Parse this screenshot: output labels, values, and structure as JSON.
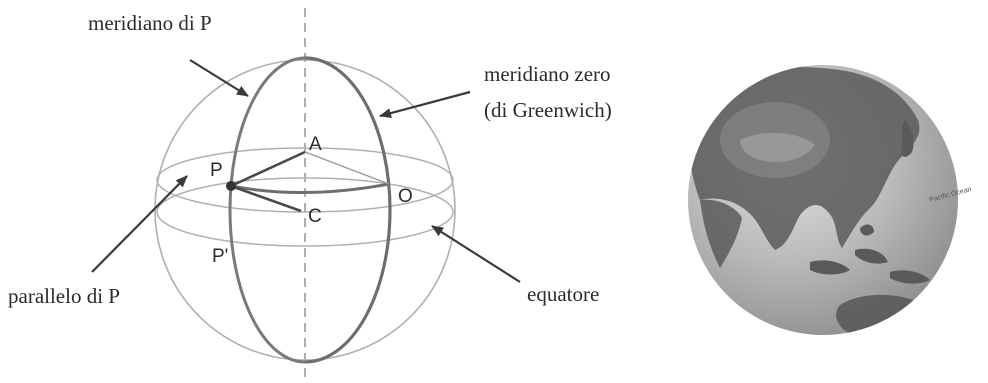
{
  "diagram": {
    "labels": {
      "meridian_p": "meridiano di P",
      "meridian_zero_line1": "meridiano zero",
      "meridian_zero_line2": "(di Greenwich)",
      "parallel_p": "parallelo di P",
      "equator": "equatore"
    },
    "points": {
      "A": "A",
      "P": "P",
      "C": "C",
      "O": "O",
      "P_prime": "P'"
    }
  },
  "globe": {
    "ocean_color": "#bdbdbd",
    "land_color": "#5a5a5a",
    "label": "Pacific Ocean"
  },
  "colors": {
    "thin_line": "#b0b0b0",
    "thick_line": "#6e6e6e",
    "arrow": "#3a3a3a",
    "point": "#333333"
  }
}
